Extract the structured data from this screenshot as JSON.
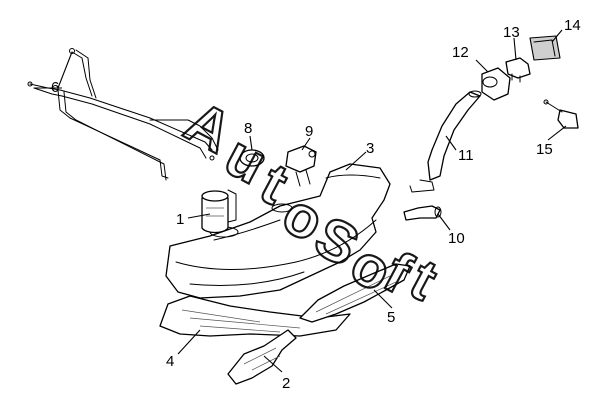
{
  "callouts": [
    {
      "id": "1",
      "label": "1"
    },
    {
      "id": "2",
      "label": "2"
    },
    {
      "id": "3",
      "label": "3"
    },
    {
      "id": "4",
      "label": "4"
    },
    {
      "id": "5",
      "label": "5"
    },
    {
      "id": "6",
      "label": "6"
    },
    {
      "id": "8",
      "label": "8"
    },
    {
      "id": "9",
      "label": "9"
    },
    {
      "id": "10",
      "label": "10"
    },
    {
      "id": "11",
      "label": "11"
    },
    {
      "id": "12",
      "label": "12"
    },
    {
      "id": "13",
      "label": "13"
    },
    {
      "id": "14",
      "label": "14"
    },
    {
      "id": "15",
      "label": "15"
    }
  ],
  "watermark": {
    "letters": [
      "A",
      "u",
      "t",
      "o",
      "S",
      "o",
      "f",
      "t"
    ]
  },
  "colors": {
    "line": "#000000",
    "background": "#ffffff",
    "shading": "#cfcfcf"
  }
}
